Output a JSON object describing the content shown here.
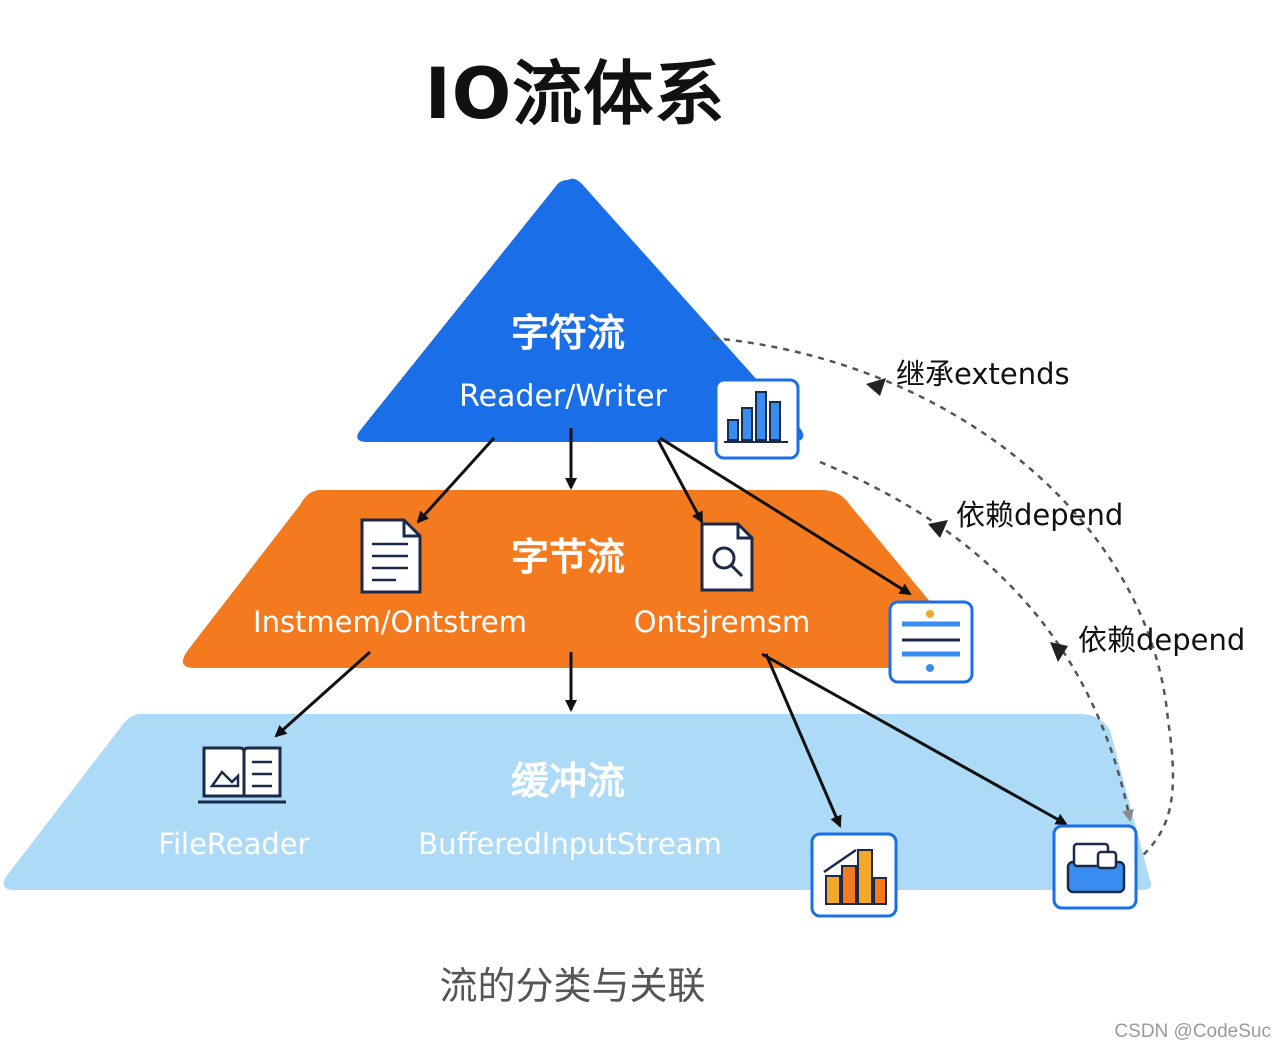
{
  "title": "IO流体系",
  "caption": "流的分类与关联",
  "watermark": "CSDN @CodeSuc",
  "levels": {
    "top": {
      "name": "字符流",
      "sub": "Reader/Writer",
      "color": "#1a6fe8"
    },
    "middle": {
      "name": "字节流",
      "left": "Instmem/Ontstrem",
      "right": "Ontsjremsm",
      "color": "#f47a1f"
    },
    "bottom": {
      "name": "缓冲流",
      "left": "FileReader",
      "right": "BufferedInputStream",
      "color": "#a7d8f8"
    }
  },
  "relations": {
    "extends": "继承extends",
    "depend_1": "依赖depend",
    "depend_2": "依赖depend"
  },
  "icons": [
    "bar-chart-icon",
    "document-icon",
    "file-search-icon",
    "sliders-icon",
    "open-book-icon",
    "building-chart-icon",
    "box-icon"
  ]
}
